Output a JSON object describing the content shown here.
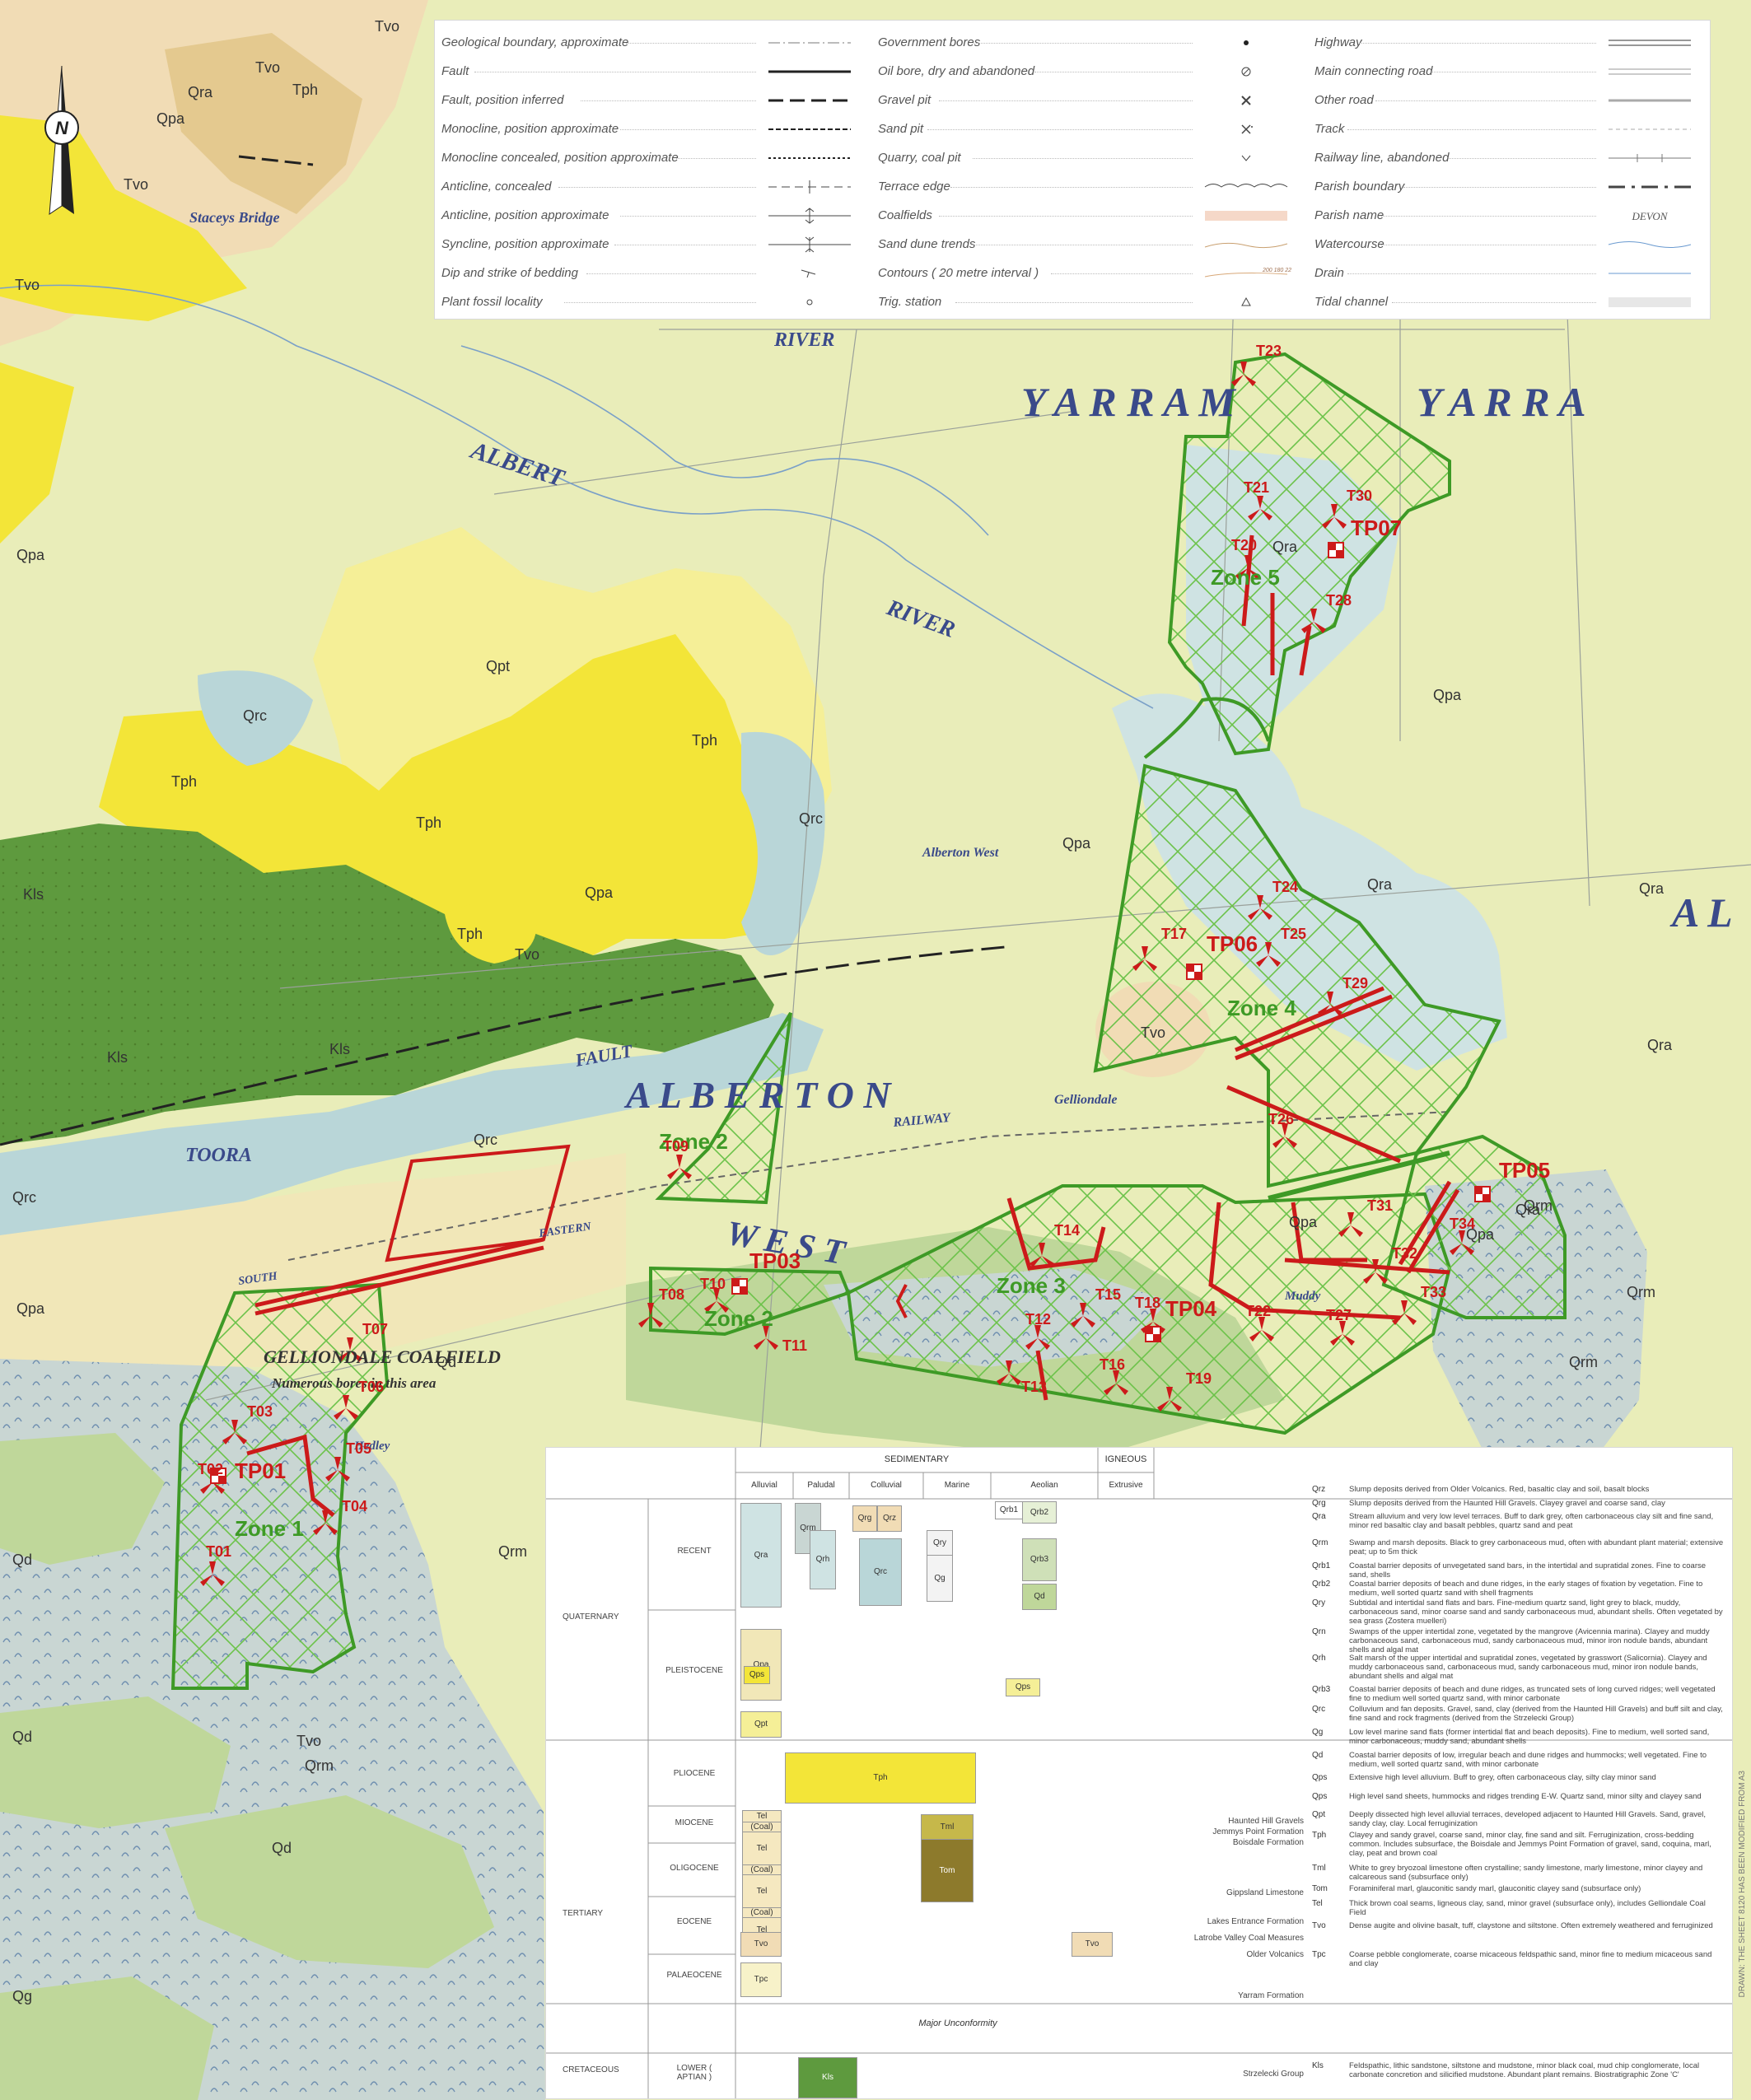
{
  "north_arrow": "N",
  "map_labels": {
    "places": [
      {
        "id": "yarram1",
        "text": "Y A R R A M"
      },
      {
        "id": "yarram2",
        "text": "Y A R R A"
      },
      {
        "id": "albert",
        "text": "ALBERT"
      },
      {
        "id": "river1",
        "text": "RIVER"
      },
      {
        "id": "river2",
        "text": "RIVER"
      },
      {
        "id": "alberton",
        "text": "A L B E R T O N"
      },
      {
        "id": "west",
        "text": "W E S T"
      },
      {
        "id": "al",
        "text": "A L"
      },
      {
        "id": "toora",
        "text": "TOORA"
      },
      {
        "id": "fault",
        "text": "FAULT"
      },
      {
        "id": "railway",
        "text": "RAILWAY"
      },
      {
        "id": "coalfield",
        "text": "GELLIONDALE COALFIELD"
      },
      {
        "id": "bores",
        "text": "Numerous bores in this area"
      },
      {
        "id": "staceys",
        "text": "Staceys Bridge"
      },
      {
        "id": "albertonwest",
        "text": "Alberton West"
      },
      {
        "id": "gelliondale",
        "text": "Gelliondale"
      },
      {
        "id": "eastern",
        "text": "EASTERN"
      },
      {
        "id": "south",
        "text": "SOUTH"
      },
      {
        "id": "hedley",
        "text": "Hedley"
      },
      {
        "id": "muddy",
        "text": "Muddy"
      }
    ],
    "geology": [
      {
        "id": "g1",
        "text": "Tvo"
      },
      {
        "id": "g2",
        "text": "Tvo"
      },
      {
        "id": "g3",
        "text": "Qra"
      },
      {
        "id": "g4",
        "text": "Qpa"
      },
      {
        "id": "g5",
        "text": "Tvo"
      },
      {
        "id": "g6",
        "text": "Tph"
      },
      {
        "id": "g7",
        "text": "Tvo"
      },
      {
        "id": "g8",
        "text": "Qpa"
      },
      {
        "id": "g9",
        "text": "Qpt"
      },
      {
        "id": "g10",
        "text": "Qrc"
      },
      {
        "id": "g11",
        "text": "Tph"
      },
      {
        "id": "g12",
        "text": "Tph"
      },
      {
        "id": "g13",
        "text": "Tph"
      },
      {
        "id": "g14",
        "text": "Qrc"
      },
      {
        "id": "g15",
        "text": "Kls"
      },
      {
        "id": "g16",
        "text": "Tph"
      },
      {
        "id": "g17",
        "text": "Tvo"
      },
      {
        "id": "g18",
        "text": "Kls"
      },
      {
        "id": "g19",
        "text": "Kls"
      },
      {
        "id": "g20",
        "text": "Qrc"
      },
      {
        "id": "g21",
        "text": "Qrc"
      },
      {
        "id": "g22",
        "text": "Qpa"
      },
      {
        "id": "g23",
        "text": "Qd"
      },
      {
        "id": "g24",
        "text": "Qd"
      },
      {
        "id": "g25",
        "text": "Qrm"
      },
      {
        "id": "g26",
        "text": "Qd"
      },
      {
        "id": "g27",
        "text": "Qrm"
      },
      {
        "id": "g28",
        "text": "Qd"
      },
      {
        "id": "g29",
        "text": "Qg"
      },
      {
        "id": "g30",
        "text": "Qpa"
      },
      {
        "id": "g31",
        "text": "Qpa"
      },
      {
        "id": "g32",
        "text": "Qpa"
      },
      {
        "id": "g33",
        "text": "Qra"
      },
      {
        "id": "g34",
        "text": "Qra"
      },
      {
        "id": "g35",
        "text": "Tvo"
      },
      {
        "id": "g36",
        "text": "Qra"
      },
      {
        "id": "g37",
        "text": "Qpa"
      },
      {
        "id": "g38",
        "text": "Qrm"
      },
      {
        "id": "g39",
        "text": "Qrm"
      },
      {
        "id": "g40",
        "text": "Qra"
      },
      {
        "id": "g41",
        "text": "Tvo"
      },
      {
        "id": "g42",
        "text": "Qra"
      },
      {
        "id": "g43",
        "text": "Qpa"
      },
      {
        "id": "g44",
        "text": "Qrm"
      }
    ],
    "zones": [
      {
        "id": "z1",
        "text": "Zone 1"
      },
      {
        "id": "z2a",
        "text": "Zone 2"
      },
      {
        "id": "z2b",
        "text": "Zone 2"
      },
      {
        "id": "z3",
        "text": "Zone 3"
      },
      {
        "id": "z4",
        "text": "Zone 4"
      },
      {
        "id": "z5",
        "text": "Zone 5"
      }
    ],
    "test_pits": [
      {
        "id": "tp01",
        "text": "TP01"
      },
      {
        "id": "tp03",
        "text": "TP03"
      },
      {
        "id": "tp04",
        "text": "TP04"
      },
      {
        "id": "tp05",
        "text": "TP05"
      },
      {
        "id": "tp06",
        "text": "TP06"
      },
      {
        "id": "tp07",
        "text": "TP07"
      }
    ],
    "turbines": [
      {
        "id": "T01",
        "text": "T01"
      },
      {
        "id": "T02",
        "text": "T02"
      },
      {
        "id": "T03",
        "text": "T03"
      },
      {
        "id": "T04",
        "text": "T04"
      },
      {
        "id": "T05",
        "text": "T05"
      },
      {
        "id": "T06",
        "text": "T06"
      },
      {
        "id": "T07",
        "text": "T07"
      },
      {
        "id": "T08",
        "text": "T08"
      },
      {
        "id": "T09",
        "text": "T09"
      },
      {
        "id": "T10",
        "text": "T10"
      },
      {
        "id": "T11",
        "text": "T11"
      },
      {
        "id": "T12",
        "text": "T12"
      },
      {
        "id": "T13",
        "text": "T13"
      },
      {
        "id": "T14",
        "text": "T14"
      },
      {
        "id": "T15",
        "text": "T15"
      },
      {
        "id": "T16",
        "text": "T16"
      },
      {
        "id": "T17",
        "text": "T17"
      },
      {
        "id": "T18",
        "text": "T18"
      },
      {
        "id": "T19",
        "text": "T19"
      },
      {
        "id": "T20",
        "text": "T20"
      },
      {
        "id": "T21",
        "text": "T21"
      },
      {
        "id": "T22",
        "text": "T22"
      },
      {
        "id": "T23",
        "text": "T23"
      },
      {
        "id": "T24",
        "text": "T24"
      },
      {
        "id": "T25",
        "text": "T25"
      },
      {
        "id": "T26",
        "text": "T26"
      },
      {
        "id": "T27",
        "text": "T27"
      },
      {
        "id": "T28",
        "text": "T28"
      },
      {
        "id": "T29",
        "text": "T29"
      },
      {
        "id": "T30",
        "text": "T30"
      },
      {
        "id": "T31",
        "text": "T31"
      },
      {
        "id": "T32",
        "text": "T32"
      },
      {
        "id": "T33",
        "text": "T33"
      },
      {
        "id": "T34",
        "text": "T34"
      }
    ]
  },
  "legend": {
    "col1": [
      "Geological boundary, approximate",
      "Fault",
      "Fault, position inferred",
      "Monocline, position approximate",
      "Monocline concealed, position approximate",
      "Anticline, concealed",
      "Anticline, position approximate",
      "Syncline, position approximate",
      "Dip and strike of bedding",
      "Plant fossil locality"
    ],
    "col2": [
      "Government bores",
      "Oil bore, dry and abandoned",
      "Gravel pit",
      "Sand pit",
      "Quarry, coal pit",
      "Terrace edge",
      "Coalfields",
      "Sand dune trends",
      "Contours ( 20 metre interval )",
      "Trig. station"
    ],
    "col3": [
      "Highway",
      "Main connecting road",
      "Other road",
      "Track",
      "Railway line, abandoned",
      "Parish boundary",
      "Parish name",
      "Watercourse",
      "Drain",
      "Tidal channel"
    ],
    "parish_sample": "DEVON",
    "contour_sample": "200 180 220"
  },
  "strat": {
    "group_sedimentary": "SEDIMENTARY",
    "group_igneous": "IGNEOUS",
    "columns": [
      "Alluvial",
      "Paludal",
      "Colluvial",
      "Marine",
      "Aeolian",
      "Extrusive"
    ],
    "periods": [
      "QUATERNARY",
      "TERTIARY",
      "CRETACEOUS"
    ],
    "epochs": [
      "RECENT",
      "PLEISTOCENE",
      "PLIOCENE",
      "MIOCENE",
      "OLIGOCENE",
      "EOCENE",
      "PALAEOCENE",
      "LOWER ( APTIAN )"
    ],
    "unconformity": "Major Unconformity",
    "boxes": [
      {
        "id": "b_qra",
        "text": "Qra"
      },
      {
        "id": "b_qrm",
        "text": "Qrm"
      },
      {
        "id": "b_qrh",
        "text": "Qrh"
      },
      {
        "id": "b_qrg",
        "text": "Qrg"
      },
      {
        "id": "b_qrz",
        "text": "Qrz"
      },
      {
        "id": "b_qrc",
        "text": "Qrc"
      },
      {
        "id": "b_qry",
        "text": "Qry"
      },
      {
        "id": "b_qg",
        "text": "Qg"
      },
      {
        "id": "b_qrb1",
        "text": "Qrb1"
      },
      {
        "id": "b_qrb2",
        "text": "Qrb2"
      },
      {
        "id": "b_qrb3",
        "text": "Qrb3"
      },
      {
        "id": "b_qd",
        "text": "Qd"
      },
      {
        "id": "b_qpa",
        "text": "Qpa"
      },
      {
        "id": "b_qps1",
        "text": "Qps"
      },
      {
        "id": "b_qps2",
        "text": "Qps"
      },
      {
        "id": "b_qpt",
        "text": "Qpt"
      },
      {
        "id": "b_tph",
        "text": "Tph"
      },
      {
        "id": "b_tel1",
        "text": "Tel"
      },
      {
        "id": "b_coal1",
        "text": "(Coal)"
      },
      {
        "id": "b_tel2",
        "text": "Tel"
      },
      {
        "id": "b_coal2",
        "text": "(Coal)"
      },
      {
        "id": "b_tel3",
        "text": "Tel"
      },
      {
        "id": "b_coal3",
        "text": "(Coal)"
      },
      {
        "id": "b_tel4",
        "text": "Tel"
      },
      {
        "id": "b_tml",
        "text": "Tml"
      },
      {
        "id": "b_tom",
        "text": "Tom"
      },
      {
        "id": "b_tvo1",
        "text": "Tvo"
      },
      {
        "id": "b_tvo2",
        "text": "Tvo"
      },
      {
        "id": "b_tpc",
        "text": "Tpc"
      },
      {
        "id": "b_kls",
        "text": "Kls"
      }
    ],
    "formations": [
      {
        "id": "f_hh",
        "text": "Haunted Hill Gravels"
      },
      {
        "id": "f_jp",
        "text": "Jemmys Point Formation"
      },
      {
        "id": "f_bd",
        "text": "Boisdale Formation"
      },
      {
        "id": "f_gl",
        "text": "Gippsland Limestone"
      },
      {
        "id": "f_le",
        "text": "Lakes Entrance Formation"
      },
      {
        "id": "f_lv",
        "text": "Latrobe Valley Coal Measures"
      },
      {
        "id": "f_ov",
        "text": "Older Volcanics"
      },
      {
        "id": "f_yf",
        "text": "Yarram Formation"
      },
      {
        "id": "f_sg",
        "text": "Strzelecki Group"
      }
    ],
    "units": [
      {
        "code": "Qrz",
        "desc": "Slump deposits derived from Older Volcanics. Red, basaltic clay and soil, basalt blocks"
      },
      {
        "code": "Qrg",
        "desc": "Slump deposits derived from the Haunted Hill Gravels. Clayey gravel and coarse sand, clay"
      },
      {
        "code": "Qra",
        "desc": "Stream alluvium and very low level terraces. Buff to dark grey, often carbonaceous clay silt and fine sand, minor red basaltic clay and basalt pebbles, quartz sand and peat"
      },
      {
        "code": "Qrm",
        "desc": "Swamp and marsh deposits. Black to grey carbonaceous mud, often with abundant plant material; extensive peat; up to 5m thick"
      },
      {
        "code": "Qrb1",
        "desc": "Coastal barrier deposits of unvegetated sand bars, in the intertidal and supratidal zones. Fine to coarse sand, shells"
      },
      {
        "code": "Qrb2",
        "desc": "Coastal barrier deposits of beach and dune ridges, in the early stages of fixation by vegetation. Fine to medium, well sorted quartz sand with shell fragments"
      },
      {
        "code": "Qry",
        "desc": "Subtidal and intertidal sand flats and bars. Fine-medium quartz sand, light grey to black, muddy, carbonaceous sand, minor coarse sand and sandy carbonaceous mud, abundant shells. Often vegetated by sea grass (Zostera muelleri)"
      },
      {
        "code": "Qrn",
        "desc": "Swamps of the upper intertidal zone, vegetated by the mangrove (Avicennia marina). Clayey and muddy carbonaceous sand, carbonaceous mud, sandy carbonaceous mud, minor iron nodule bands, abundant shells and algal mat"
      },
      {
        "code": "Qrh",
        "desc": "Salt marsh of the upper intertidal and supratidal zones, vegetated by grasswort (Salicornia). Clayey and muddy carbonaceous sand, carbonaceous mud, sandy carbonaceous mud, minor iron nodule bands, abundant shells and algal mat"
      },
      {
        "code": "Qrb3",
        "desc": "Coastal barrier deposits of beach and dune ridges, as truncated sets of long curved ridges; well vegetated fine to medium well sorted quartz sand, with minor carbonate"
      },
      {
        "code": "Qrc",
        "desc": "Colluvium and fan deposits. Gravel, sand, clay (derived from the Haunted Hill Gravels) and buff silt and clay, fine sand and rock fragments (derived from the Strzelecki Group)"
      },
      {
        "code": "Qg",
        "desc": "Low level marine sand flats (former intertidal flat and beach deposits). Fine to medium, well sorted sand, minor carbonaceous, muddy sand, abundant shells"
      },
      {
        "code": "Qd",
        "desc": "Coastal barrier deposits of low, irregular beach and dune ridges and hummocks; well vegetated. Fine to medium, well sorted quartz sand, with minor carbonate"
      },
      {
        "code": "Qps",
        "desc": "Extensive high level alluvium. Buff to grey, often carbonaceous clay, silty clay minor sand"
      },
      {
        "code": "Qps",
        "desc": "High level sand sheets, hummocks and ridges trending E-W. Quartz sand, minor silty and clayey sand"
      },
      {
        "code": "Qpt",
        "desc": "Deeply dissected high level alluvial terraces, developed adjacent to Haunted Hill Gravels. Sand, gravel, sandy clay, clay. Local ferruginization"
      },
      {
        "code": "Tph",
        "desc": "Clayey and sandy gravel, coarse sand, minor clay, fine sand and silt. Ferruginization, cross-bedding common. Includes subsurface, the Boisdale and Jemmys Point Formation of gravel, sand, coquina, marl, clay, peat and brown coal"
      },
      {
        "code": "Tml",
        "desc": "White to grey bryozoal limestone often crystalline; sandy limestone, marly limestone, minor clayey and calcareous sand (subsurface only)"
      },
      {
        "code": "Tom",
        "desc": "Foraminiferal marl, glauconitic sandy marl, glauconitic clayey sand (subsurface only)"
      },
      {
        "code": "Tel",
        "desc": "Thick brown coal seams, ligneous clay, sand, minor gravel (subsurface only), includes Gelliondale Coal Field"
      },
      {
        "code": "Tvo",
        "desc": "Dense augite and olivine basalt, tuff, claystone and siltstone. Often extremely weathered and ferruginized"
      },
      {
        "code": "Tpc",
        "desc": "Coarse pebble conglomerate, coarse micaceous feldspathic sand, minor fine to medium micaceous sand and clay"
      },
      {
        "code": "Kls",
        "desc": "Feldspathic, lithic sandstone, siltstone and mudstone, minor black coal, mud chip conglomerate, local carbonate concretion and silicified mudstone. Abundant plant remains. Biostratigraphic Zone 'C'"
      }
    ]
  },
  "side_note": "DRAWN: THE SHEET 8120 HAS BEEN MODIFIED FROM A3",
  "colors": {
    "map_bg": "#e9edb9",
    "qpa": "#e3e8a6",
    "qra": "#cfe3e3",
    "qrc": "#b9d6d8",
    "tph": "#f3e538",
    "qpt": "#f5ef97",
    "kls": "#5e9a3e",
    "qd": "#bfd79a",
    "qrm": "#c9d6d3",
    "tvo": "#f1dcb5",
    "zone": "#3e9a26",
    "turbine": "#cc1a1a",
    "road": "#b32020"
  }
}
